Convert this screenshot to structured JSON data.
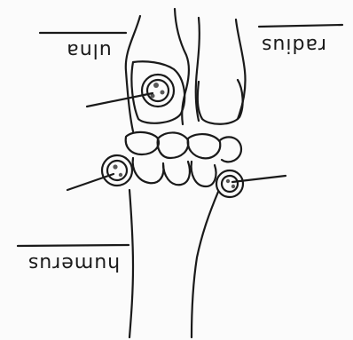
{
  "diagram": {
    "labels": {
      "ulna": "ulna",
      "radius": "radius",
      "humerus": "humerus"
    },
    "colors": {
      "ink": "#1a1a1a",
      "paper": "#fbfbfb"
    }
  }
}
